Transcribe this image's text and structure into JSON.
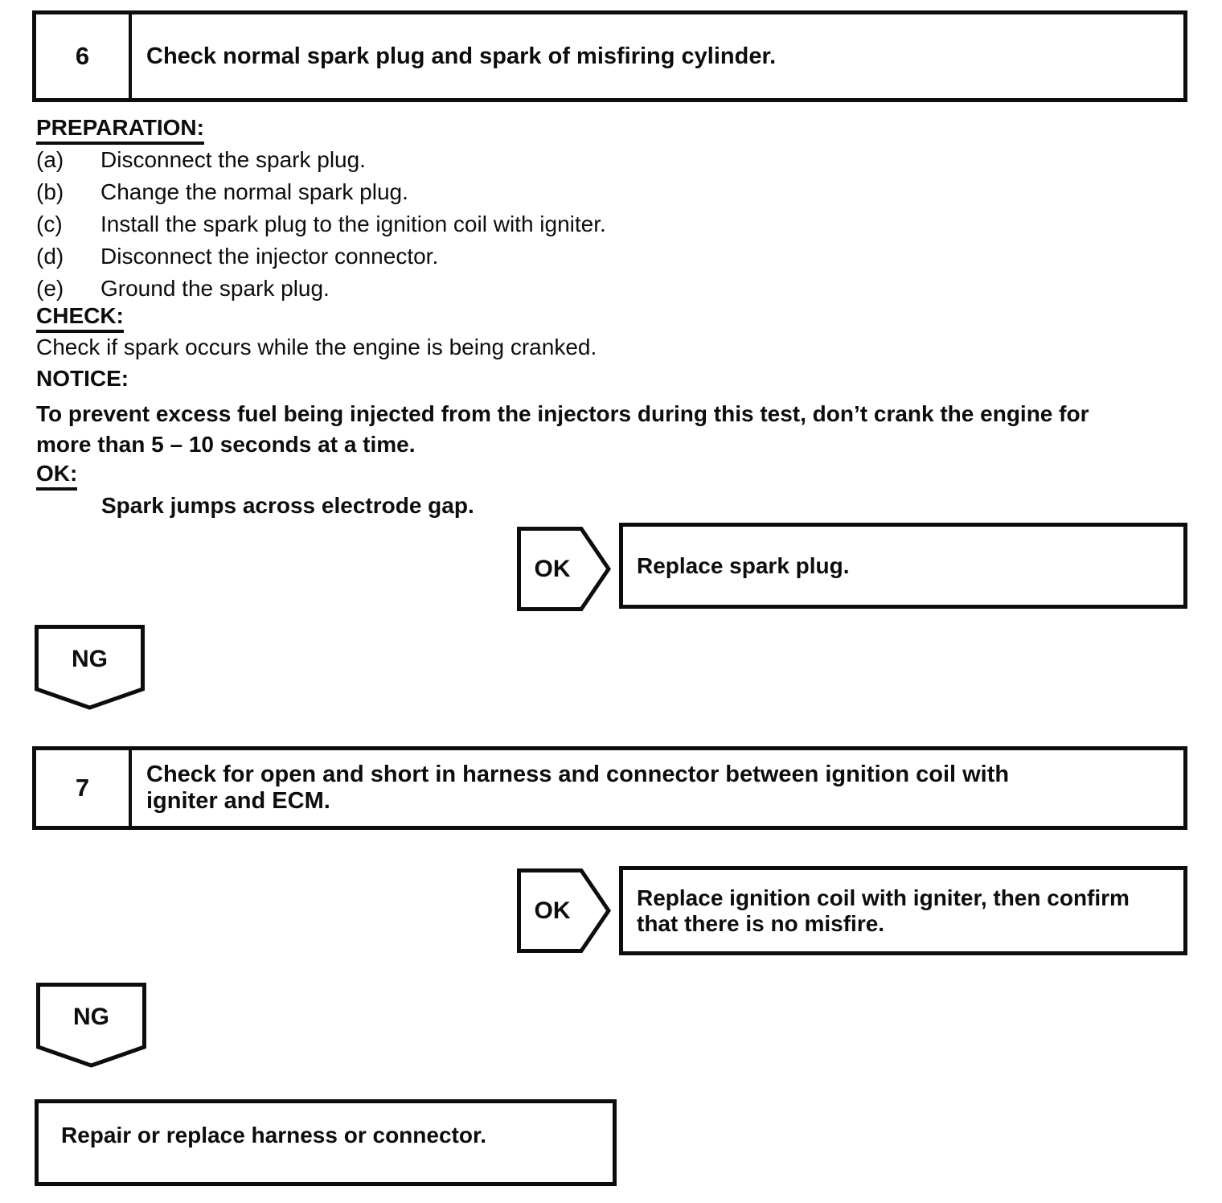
{
  "colors": {
    "ink": "#0d0d0d",
    "paper": "#ffffff"
  },
  "step6": {
    "number": "6",
    "title": "Check normal spark plug and spark of misfiring cylinder."
  },
  "preparation": {
    "heading": "PREPARATION:",
    "items": [
      {
        "label": "(a)",
        "text": "Disconnect the spark plug."
      },
      {
        "label": "(b)",
        "text": "Change the normal spark plug."
      },
      {
        "label": "(c)",
        "text": "Install the spark plug to the ignition coil with igniter."
      },
      {
        "label": "(d)",
        "text": "Disconnect the injector connector."
      },
      {
        "label": "(e)",
        "text": "Ground the spark plug."
      }
    ]
  },
  "check": {
    "heading": "CHECK:",
    "text": "Check if spark occurs while the engine is being cranked."
  },
  "notice": {
    "heading": "NOTICE:",
    "lines": [
      "To prevent excess fuel being injected from the injectors during this test, don’t crank the engine for",
      "more than 5 – 10 seconds at a time."
    ]
  },
  "ok_criteria": {
    "heading": "OK:",
    "text": "Spark jumps across electrode gap."
  },
  "decision1": {
    "label": "OK",
    "result": "Replace spark plug."
  },
  "ng1": {
    "label": "NG"
  },
  "step7": {
    "number": "7",
    "title_lines": [
      "Check for open and short in harness and connector between ignition coil with",
      "igniter and ECM."
    ]
  },
  "decision2": {
    "label": "OK",
    "result_lines": [
      "Replace ignition coil with igniter, then confirm",
      "that there is no misfire."
    ]
  },
  "ng2": {
    "label": "NG"
  },
  "final_box": {
    "text": "Repair or replace harness or connector."
  }
}
